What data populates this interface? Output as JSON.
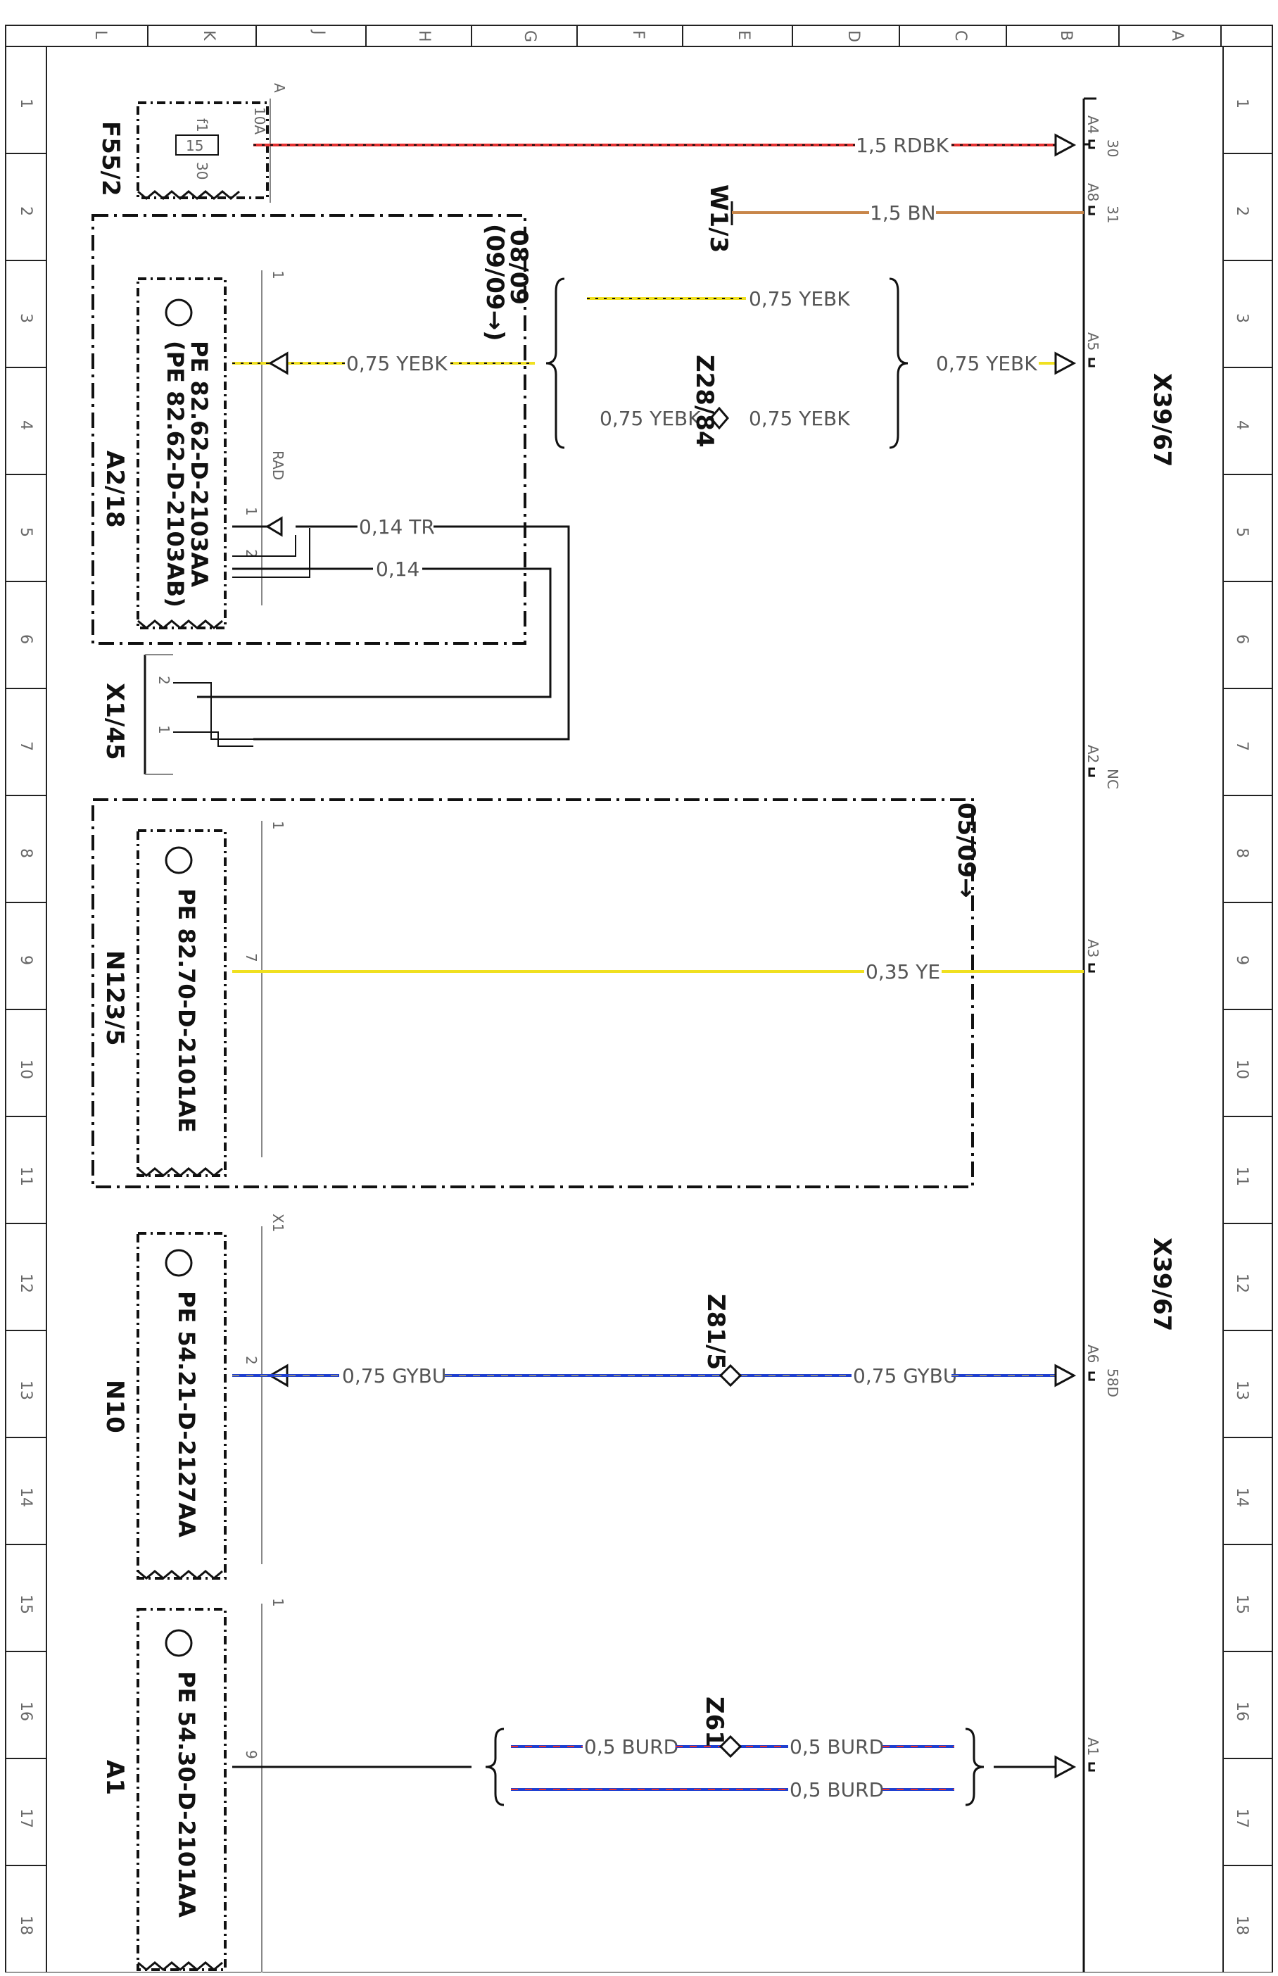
{
  "frame": {
    "columns": [
      "A",
      "B",
      "C",
      "D",
      "E",
      "F",
      "G",
      "H",
      "J",
      "K",
      "L"
    ],
    "rows": [
      "1",
      "2",
      "3",
      "4",
      "5",
      "6",
      "7",
      "8",
      "9",
      "10",
      "11",
      "12",
      "13",
      "14",
      "15",
      "16",
      "17",
      "18"
    ]
  },
  "connector": {
    "top_label": "X39/67",
    "bottom_label": "X39/67",
    "pins": [
      {
        "pin": "A4",
        "fn": "30"
      },
      {
        "pin": "A8",
        "fn": "31"
      },
      {
        "pin": "A5",
        "fn": ""
      },
      {
        "pin": "A2",
        "fn": "NC"
      },
      {
        "pin": "A3",
        "fn": ""
      },
      {
        "pin": "A6",
        "fn": "58D"
      },
      {
        "pin": "A1",
        "fn": ""
      }
    ]
  },
  "components": {
    "f55": {
      "label": "F55/2",
      "fuse": "15",
      "rating": "10A",
      "pin_in": "f1",
      "pin_out": "30",
      "tag": "A"
    },
    "w13": {
      "label": "W1/3"
    },
    "a218": {
      "label": "A2/18",
      "pe1": "PE 82.62-D-2103AA",
      "pe2": "(PE 82.62-D-2103AB)",
      "note": "08/09",
      "note2": "(09/09→)",
      "pin_top": "1",
      "pin_yebk": "",
      "pin_rad": "RAD",
      "pin1": "1",
      "pin2": "2"
    },
    "x145": {
      "label": "X1/45",
      "pin2": "2",
      "pin1": "1"
    },
    "z2884": {
      "label": "Z28/84"
    },
    "n1235": {
      "label": "N123/5",
      "pe": "PE 82.70-D-2101AE",
      "note": "05/09→",
      "pin_top": "1",
      "pin7": "7"
    },
    "n10": {
      "label": "N10",
      "pe": "PE 54.21-D-2127AA",
      "pin_top": "X1",
      "pin2": "2"
    },
    "z815": {
      "label": "Z81/5"
    },
    "a1": {
      "label": "A1",
      "pe": "PE 54.30-D-2101AA",
      "pin_top": "1",
      "pin9": "9"
    },
    "z61": {
      "label": "Z61"
    }
  },
  "wires": {
    "rdbk": "1,5 RDBK",
    "bn": "1,5 BN",
    "yebk": "0,75 YEBK",
    "tr": "0,14 TR",
    "nocolor": "0,14",
    "ye": "0,35 YE",
    "gybu": "0,75 GYBU",
    "burd": "0,5 BURD"
  },
  "colors": {
    "red": "#e53030",
    "black": "#111111",
    "brown": "#c8864a",
    "yellow": "#f0e020",
    "blue": "#2040d0",
    "gray": "#888888"
  }
}
